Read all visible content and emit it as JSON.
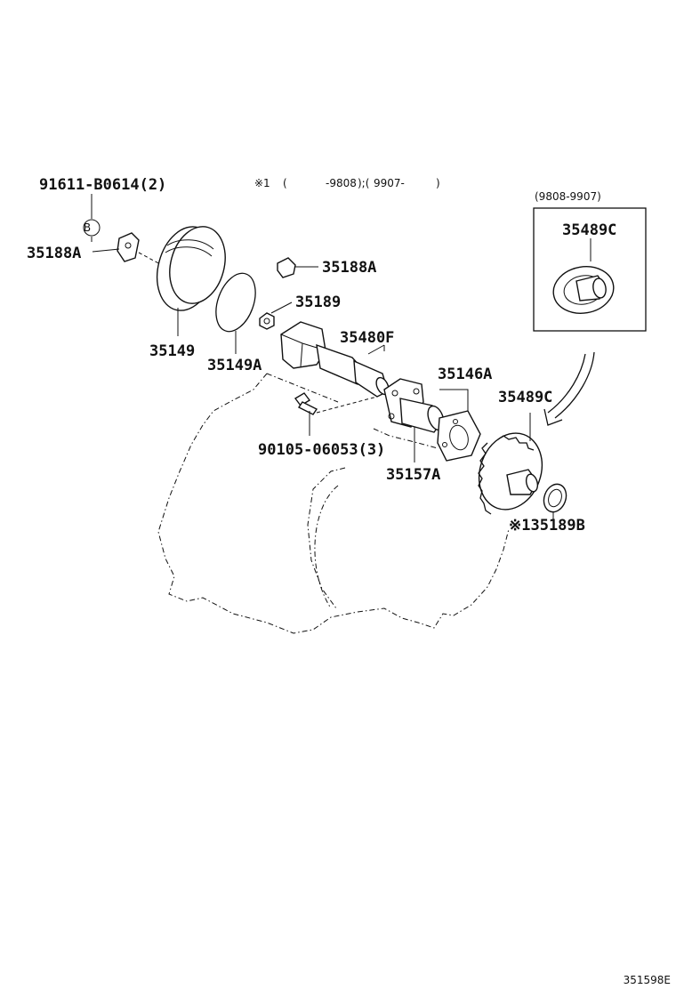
{
  "notes": {
    "marker": "※1",
    "range_open": "(",
    "range_a": "-9808",
    "range_sep": ");(",
    "range_b": "9907-",
    "range_close": ")"
  },
  "inset": {
    "period": "(9808-9907)",
    "part": "35489C"
  },
  "callouts": {
    "bolt_b": "91611-B0614(2)",
    "ref_b": "B",
    "clamp_left": "35188A",
    "cover": "35149",
    "oring": "35149A",
    "clamp_right": "35188A",
    "nut": "35189",
    "sensor": "35480F",
    "bolt_lower": "90105-06053(3)",
    "plate": "35146A",
    "driven_gear": "35489C",
    "shaft": "35157A",
    "washer": "※135189B"
  },
  "figure_id": "351598E"
}
